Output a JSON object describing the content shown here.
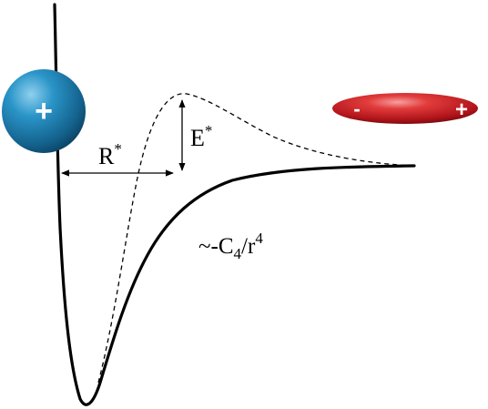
{
  "labels": {
    "r_star": "R",
    "r_star_sup": "*",
    "e_star": "E",
    "e_star_sup": "*",
    "potential_prefix": "~-C",
    "potential_sub": "4",
    "potential_mid": "/r",
    "potential_sup": "4"
  },
  "ion": {
    "charge": "+"
  },
  "molecule": {
    "neg_charge": "-",
    "pos_charge": "+"
  },
  "colors": {
    "ion": "#1e7fb0",
    "molecule": "#d8242a",
    "curves": "#000000"
  }
}
